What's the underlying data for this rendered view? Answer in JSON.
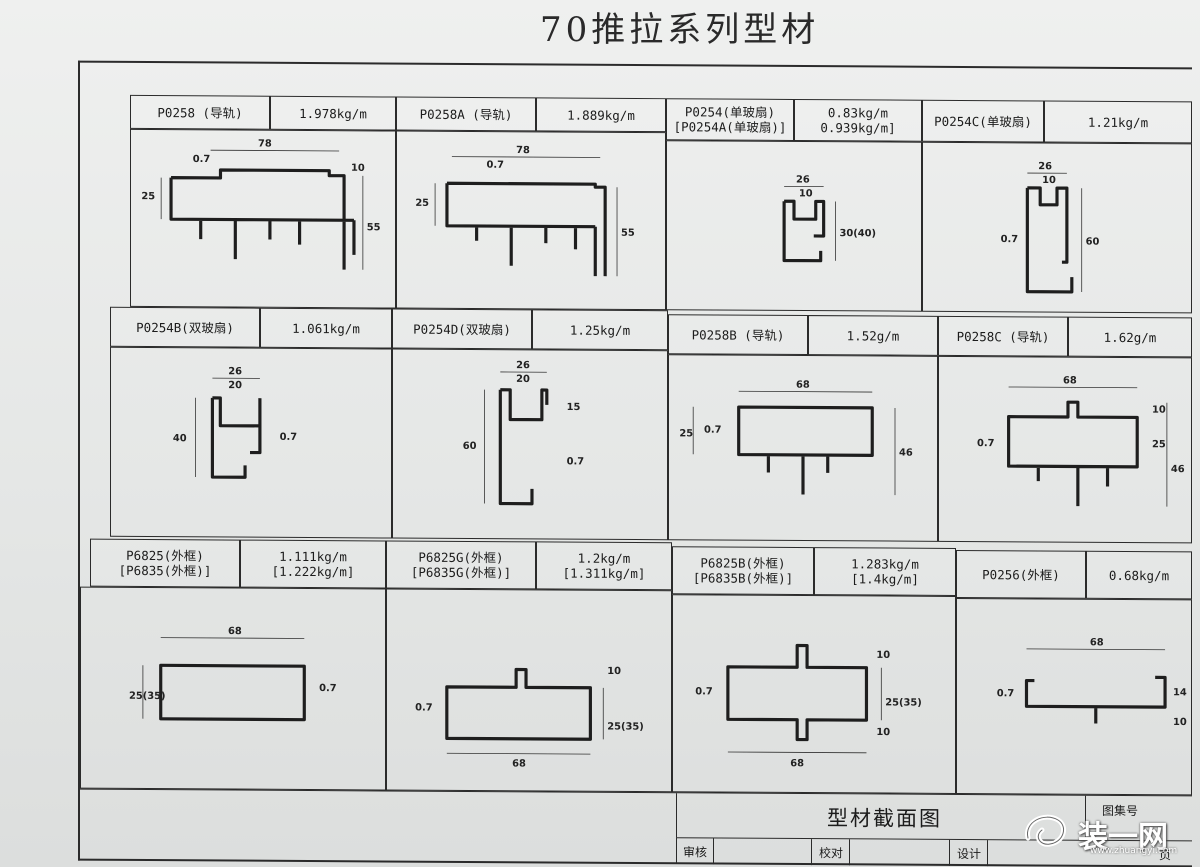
{
  "title": "70推拉系列型材",
  "rows": [
    [
      {
        "code": "P0258 (导轨)",
        "weight": "1.978kg/m",
        "dims": [
          "78",
          "0.7",
          "10",
          "25",
          "55"
        ]
      },
      {
        "code": "P0258A (导轨)",
        "weight": "1.889kg/m",
        "dims": [
          "78",
          "0.7",
          "25",
          "55"
        ]
      },
      {
        "code": "P0254(单玻扇)\n[P0254A(单玻扇)]",
        "weight": "0.83kg/m\n0.939kg/m]",
        "dims": [
          "26",
          "10",
          "30(40)"
        ]
      },
      {
        "code": "P0254C(单玻扇)",
        "weight": "1.21kg/m",
        "dims": [
          "26",
          "10",
          "0.7",
          "60"
        ]
      }
    ],
    [
      {
        "code": "P0254B(双玻扇)",
        "weight": "1.061kg/m",
        "dims": [
          "26",
          "20",
          "40",
          "0.7"
        ]
      },
      {
        "code": "P0254D(双玻扇)",
        "weight": "1.25kg/m",
        "dims": [
          "26",
          "20",
          "15",
          "60",
          "0.7"
        ]
      },
      {
        "code": "P0258B (导轨)",
        "weight": "1.52g/m",
        "dims": [
          "68",
          "0.7",
          "25",
          "46"
        ]
      },
      {
        "code": "P0258C (导轨)",
        "weight": "1.62g/m",
        "dims": [
          "68",
          "10",
          "0.7",
          "25",
          "46"
        ]
      }
    ],
    [
      {
        "code": "P6825(外框)\n[P6835(外框)]",
        "weight": "1.111kg/m\n[1.222kg/m]",
        "dims": [
          "68",
          "25(35)",
          "0.7"
        ]
      },
      {
        "code": "P6825G(外框)\n[P6835G(外框)]",
        "weight": "1.2kg/m\n[1.311kg/m]",
        "dims": [
          "10",
          "0.7",
          "25(35)",
          "68"
        ]
      },
      {
        "code": "P6825B(外框)\n[P6835B(外框)]",
        "weight": "1.283kg/m\n[1.4kg/m]",
        "dims": [
          "10",
          "0.7",
          "25(35)",
          "10",
          "68"
        ]
      },
      {
        "code": "P0256(外框)",
        "weight": "0.68kg/m",
        "dims": [
          "68",
          "0.7",
          "14",
          "10"
        ]
      }
    ]
  ],
  "footer": {
    "drawing_title": "型材截面图",
    "atlas_no_label": "图集号",
    "page_label": "页",
    "review_label": "审核",
    "check_label": "校对",
    "design_label": "设计"
  },
  "watermark": {
    "text": "装一网",
    "url": "www.zhuangyi.com"
  },
  "colors": {
    "line": "#2b2b2b",
    "paper": "#e9eaea"
  }
}
